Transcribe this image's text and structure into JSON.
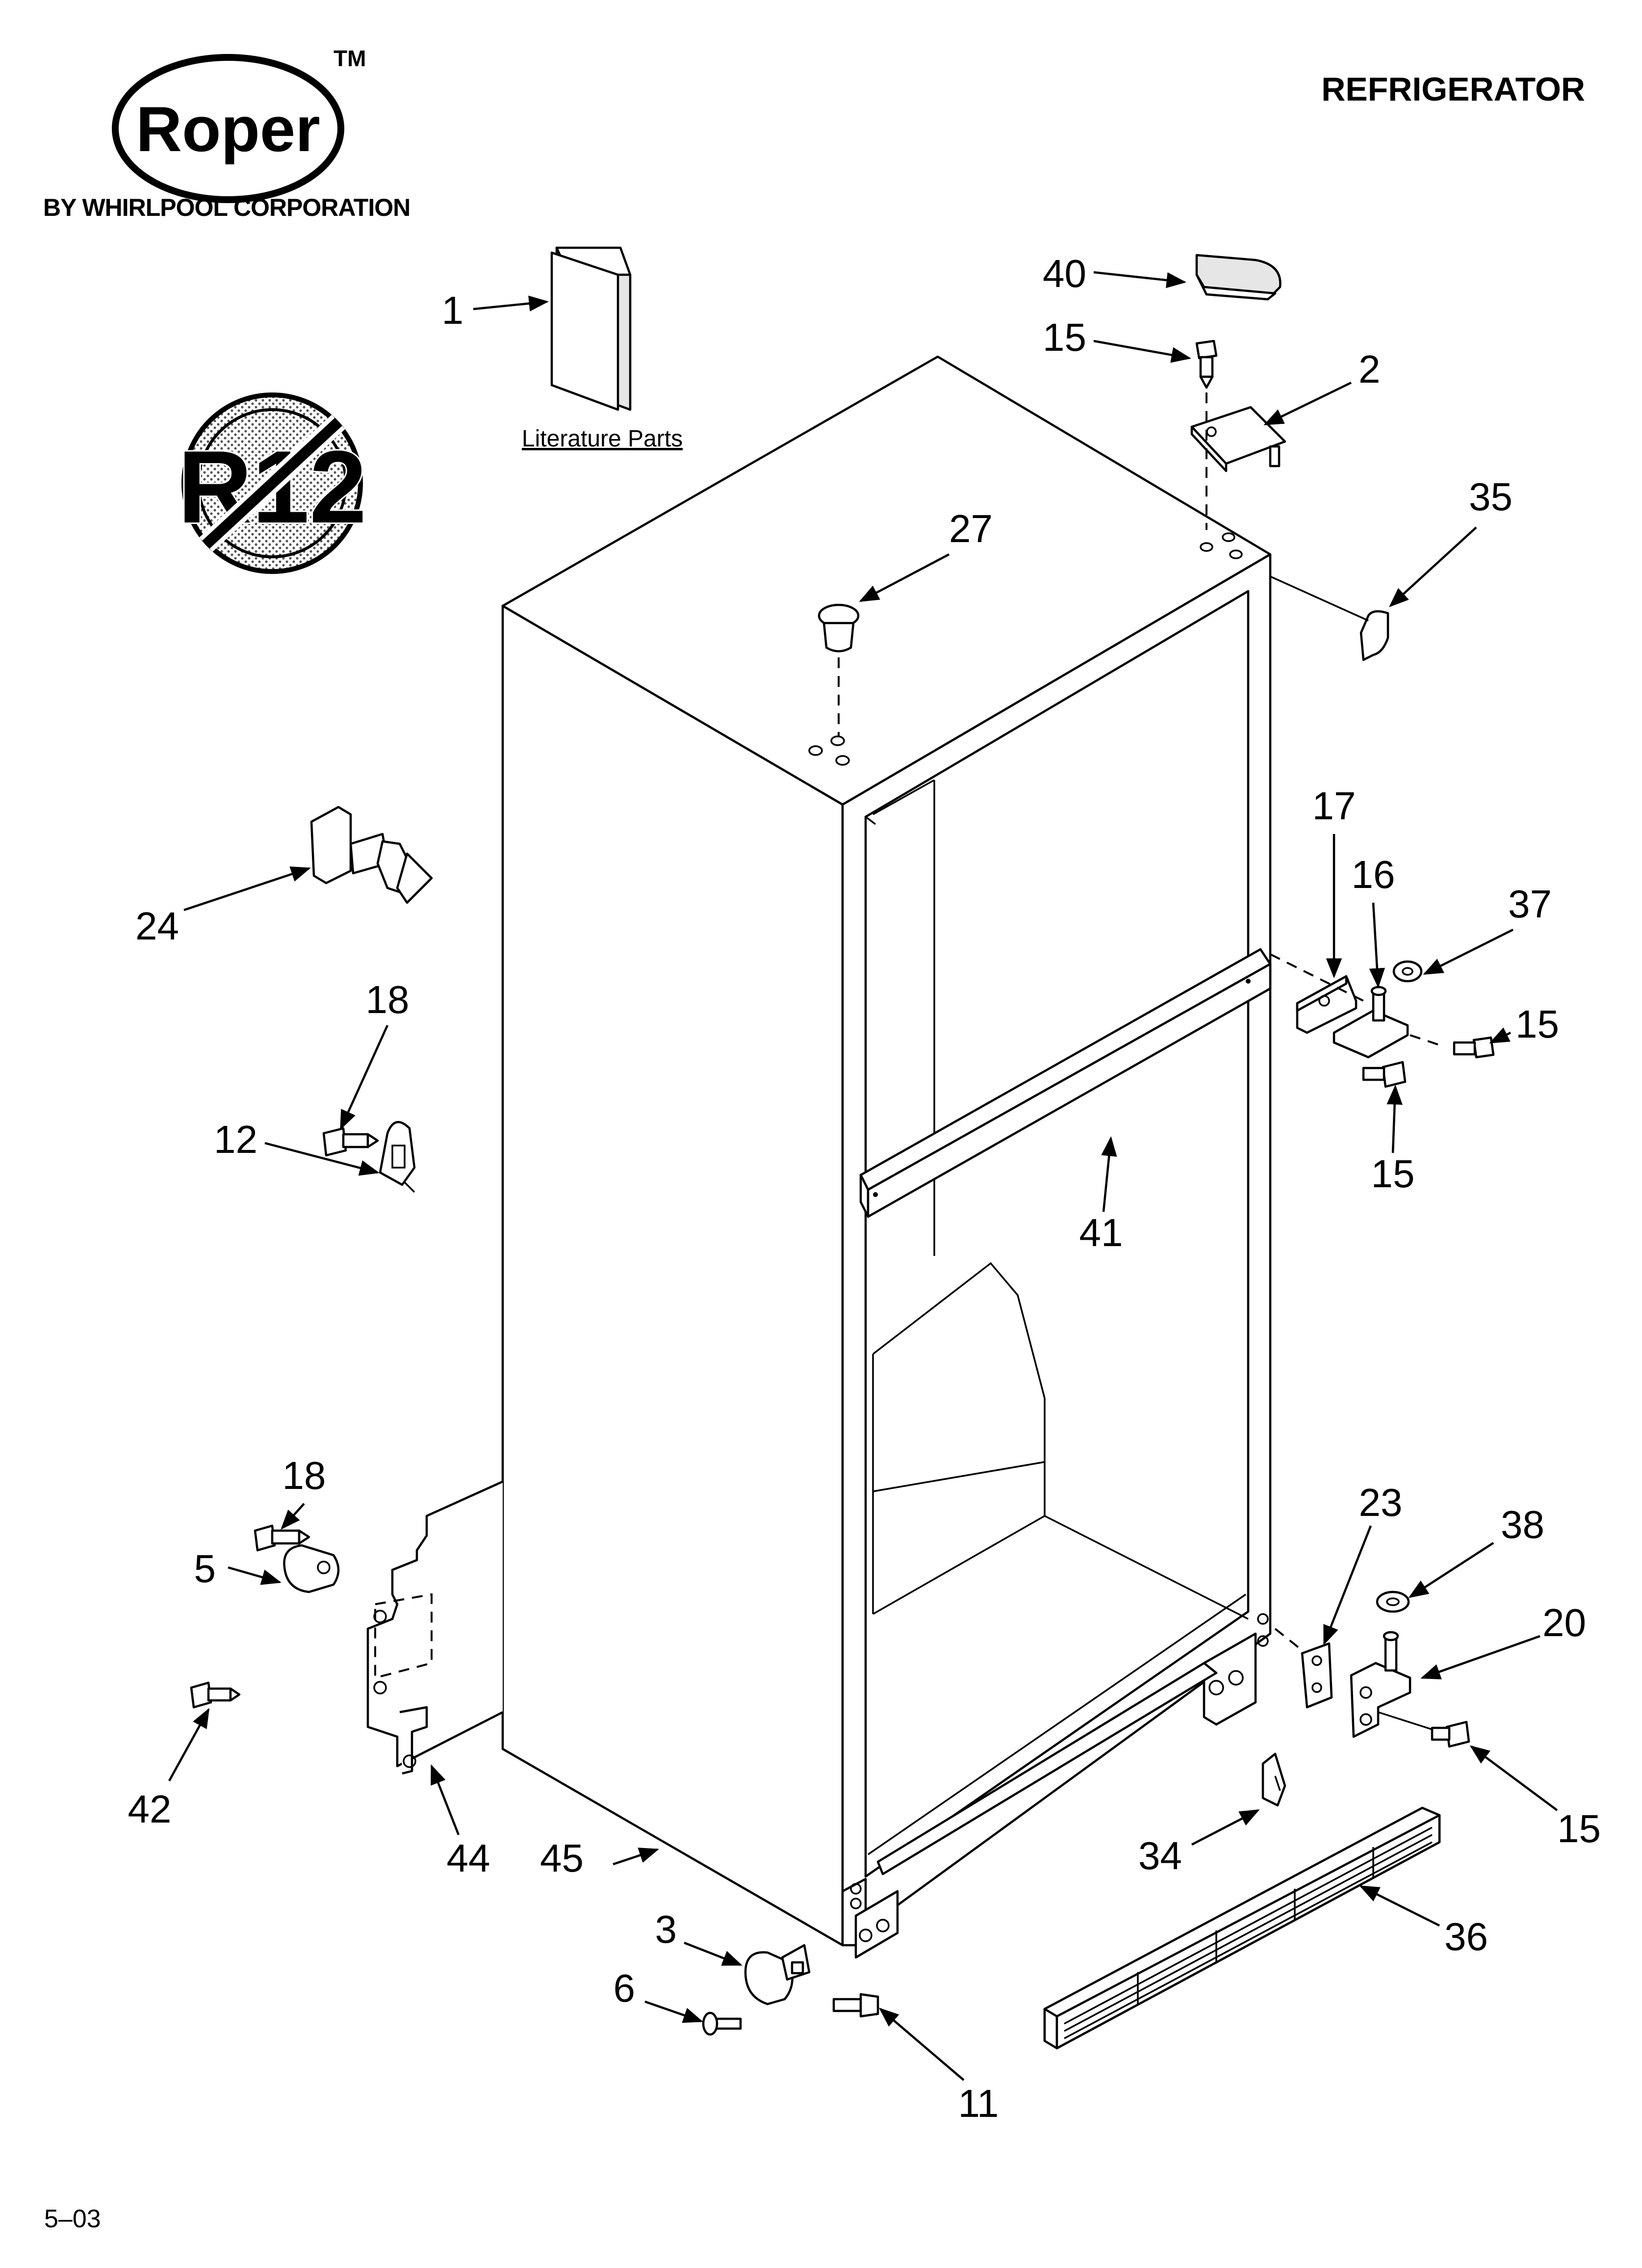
{
  "header": {
    "brand": "Roper",
    "trademark": "TM",
    "byline": "BY WHIRLPOOL CORPORATION",
    "title": "REFRIGERATOR"
  },
  "badge": {
    "text": "R12"
  },
  "literature": {
    "label": "Literature Parts"
  },
  "footer": {
    "date_code": "5–03"
  },
  "callouts": {
    "c1": "1",
    "c2": "2",
    "c3": "3",
    "c5": "5",
    "c6": "6",
    "c11": "11",
    "c12": "12",
    "c15a": "15",
    "c15b": "15",
    "c15c": "15",
    "c15d": "15",
    "c16": "16",
    "c17": "17",
    "c18a": "18",
    "c18b": "18",
    "c20": "20",
    "c23": "23",
    "c24": "24",
    "c27": "27",
    "c34": "34",
    "c35": "35",
    "c36": "36",
    "c37": "37",
    "c38": "38",
    "c40": "40",
    "c41": "41",
    "c42": "42",
    "c44": "44",
    "c45": "45"
  }
}
